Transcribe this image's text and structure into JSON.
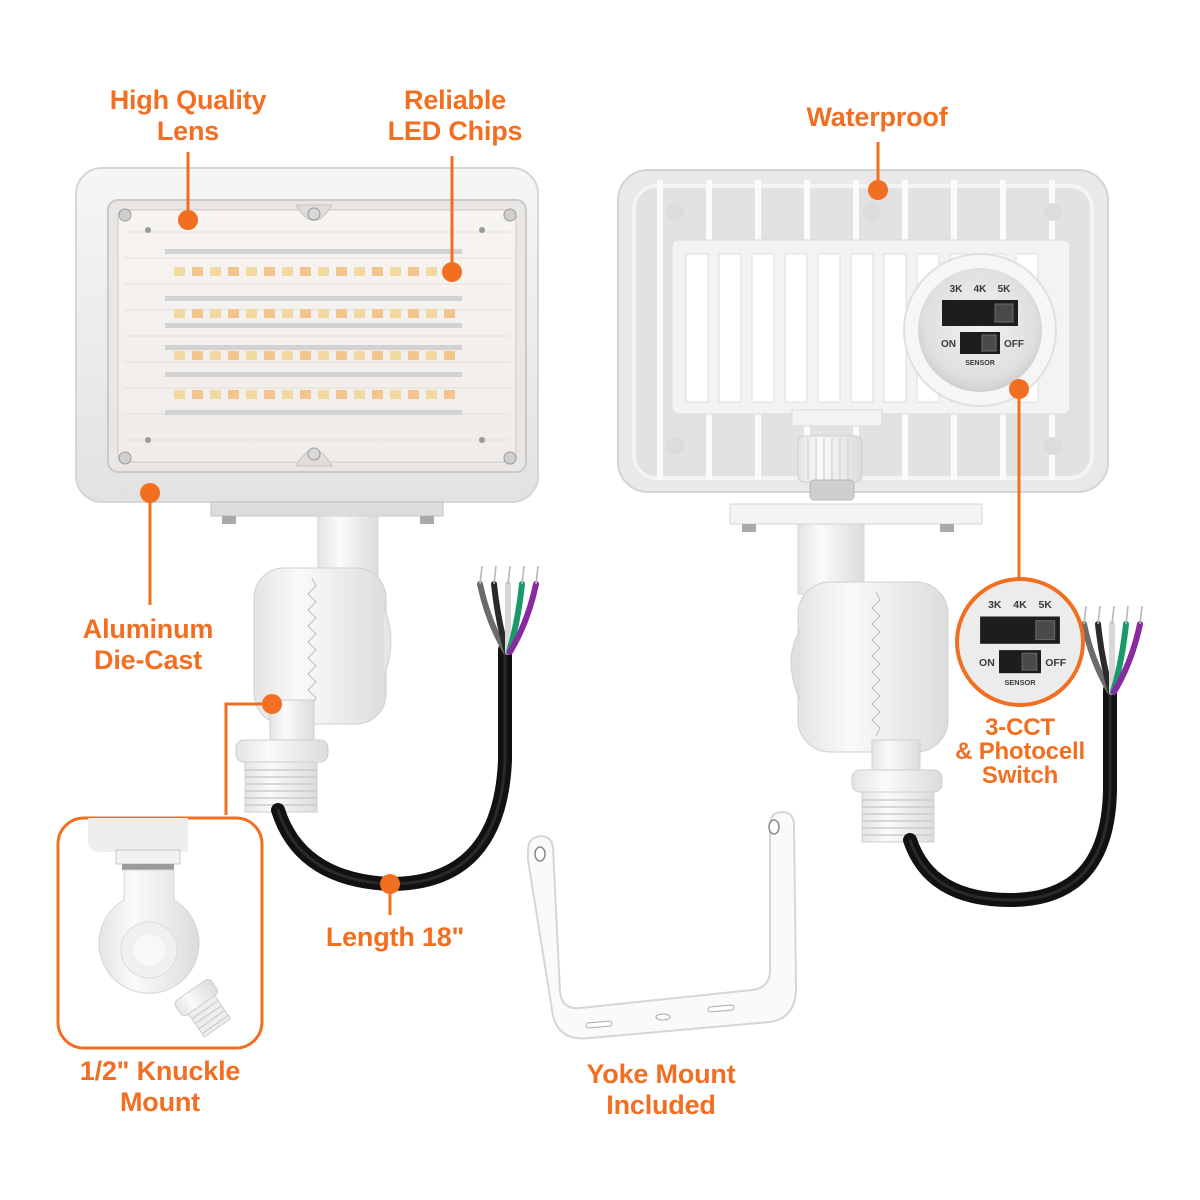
{
  "accent_color": "#f26f21",
  "callouts": {
    "lens": {
      "lines": [
        "High Quality",
        "Lens"
      ]
    },
    "led_chips": {
      "lines": [
        "Reliable",
        "LED Chips"
      ]
    },
    "waterproof": {
      "lines": [
        "Waterproof"
      ]
    },
    "aluminum": {
      "lines": [
        "Aluminum",
        "Die-Cast"
      ]
    },
    "knuckle": {
      "lines": [
        "1/2\" Knuckle",
        "Mount"
      ]
    },
    "length": {
      "lines": [
        "Length 18\""
      ]
    },
    "yoke": {
      "lines": [
        "Yoke Mount",
        "Included"
      ]
    },
    "cct": {
      "lines": [
        "3-CCT",
        "& Photocell",
        "Switch"
      ]
    }
  },
  "switch_panel": {
    "cct_options": [
      "3K",
      "4K",
      "5K"
    ],
    "cct_selected": "5K",
    "sensor_on": "ON",
    "sensor_off": "OFF",
    "sensor_selected": "OFF",
    "sensor_label": "SENSOR"
  },
  "wire_colors": [
    "#6b6b6b",
    "#2a2a2a",
    "#d8d8d8",
    "#1a9a6a",
    "#8a2aa0"
  ],
  "led_colors": [
    "#f2d9a0",
    "#f3c48c"
  ]
}
